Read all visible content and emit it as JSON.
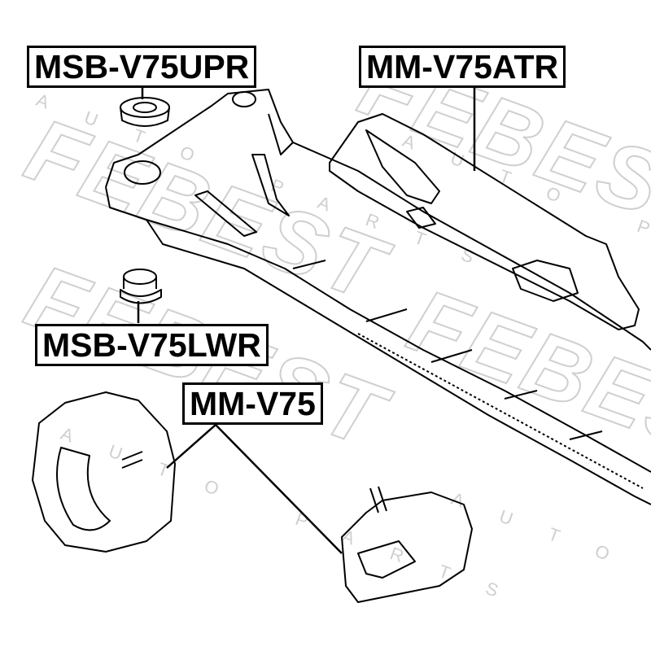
{
  "labels": {
    "upper_bushing": "MSB-V75UPR",
    "transmission_mount": "MM-V75ATR",
    "lower_bushing": "MSB-V75LWR",
    "engine_mount": "MM-V75"
  },
  "watermark": {
    "brand": "FEBEST",
    "subtitle": "AUTO PARTS"
  }
}
